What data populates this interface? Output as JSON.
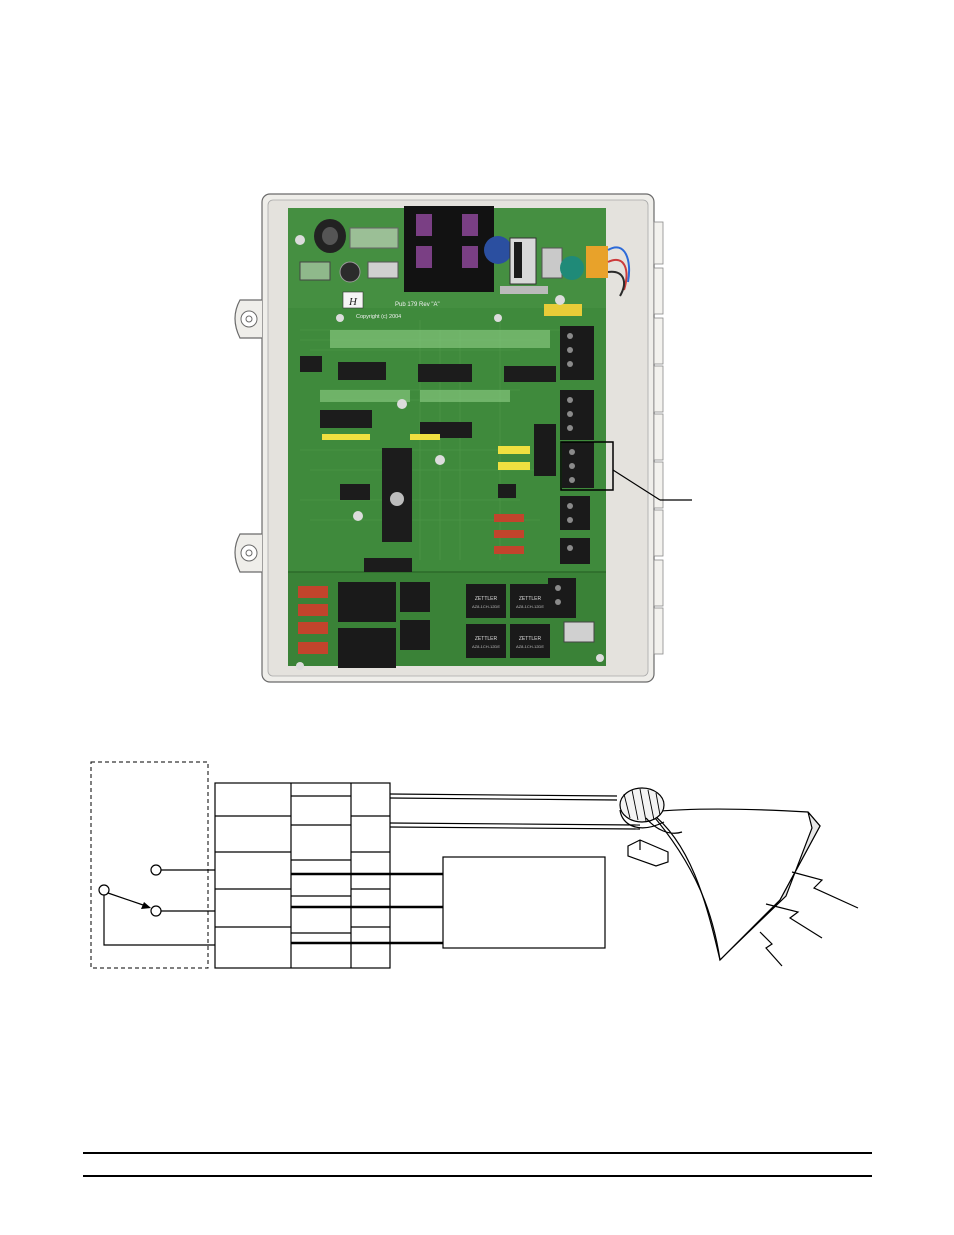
{
  "photo": {
    "board_text": {
      "model": "Pub 179 Rev \"A\"",
      "copyright": "Copyright (c) 2004",
      "logo": "H"
    },
    "relay_labels": [
      "ZETTLER",
      "ZETTLER",
      "ZETTLER",
      "ZETTLER"
    ],
    "relay_sublabels": [
      "AZ8-1CH-12DE",
      "AZ8-1CH-12DE",
      "AZ8-1CH-12DE",
      "AZ8-1CH-12DE"
    ]
  },
  "colors": {
    "pcb_green": "#3f8a3c",
    "enclosure": "#e8e6e1",
    "terminal_black": "#1a1a1a",
    "capacitor_red": "#c2442c",
    "heatsink_black": "#121212",
    "terminal_orange": "#e8a22a"
  }
}
